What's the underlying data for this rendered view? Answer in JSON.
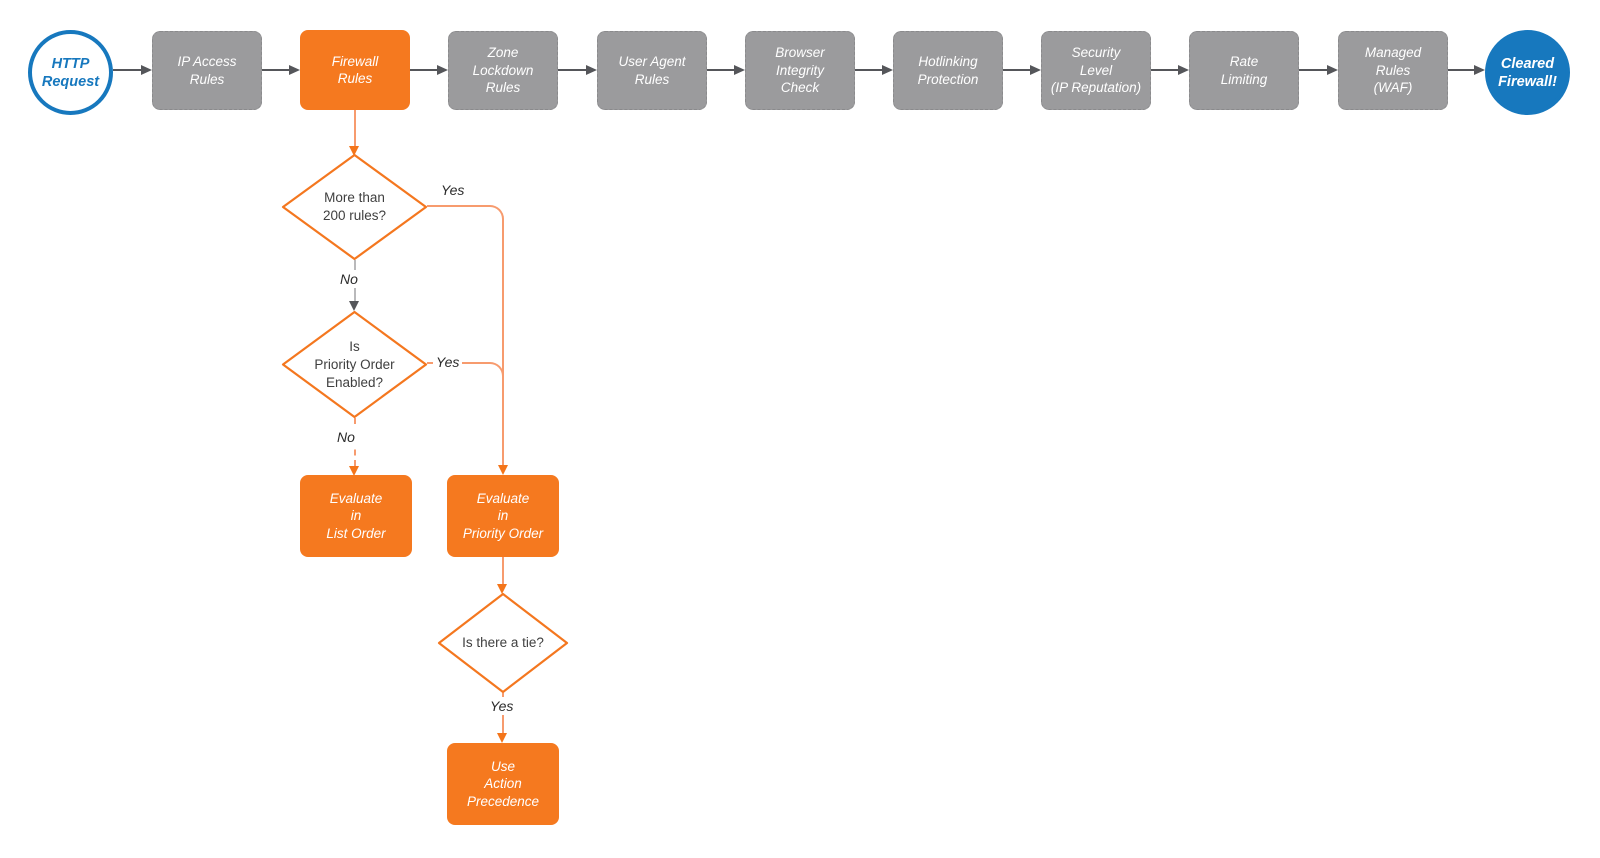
{
  "colors": {
    "accent_orange": "#f5791f",
    "line_orange": "#f79b6e",
    "process_gray": "#9b9b9d",
    "connector_gray": "#55565a",
    "terminator_blue": "#1778be",
    "background": "#ffffff"
  },
  "top_row": {
    "start": "HTTP\nRequest",
    "stages": {
      "ip_access": "IP Access\nRules",
      "firewall_rules": "Firewall\nRules",
      "zone_lockdown": "Zone\nLockdown\nRules",
      "user_agent": "User Agent\nRules",
      "browser_integrity": "Browser\nIntegrity\nCheck",
      "hotlinking": "Hotlinking\nProtection",
      "security_level": "Security\nLevel\n(IP Reputation)",
      "rate_limiting": "Rate\nLimiting",
      "managed_rules": "Managed\nRules\n(WAF)"
    },
    "end": "Cleared\nFirewall!"
  },
  "branch": {
    "decision_rules_count": "More than\n200 rules?",
    "decision_priority_enabled": "Is\nPriority Order\nEnabled?",
    "decision_tie": "Is there a tie?",
    "evaluate_list_order": "Evaluate\nin\nList Order",
    "evaluate_priority_order": "Evaluate\nin\nPriority Order",
    "use_action_precedence": "Use\nAction\nPrecedence",
    "labels": {
      "rules_count_yes": "Yes",
      "rules_count_no": "No",
      "priority_enabled_yes": "Yes",
      "priority_enabled_no": "No",
      "tie_yes": "Yes"
    }
  }
}
